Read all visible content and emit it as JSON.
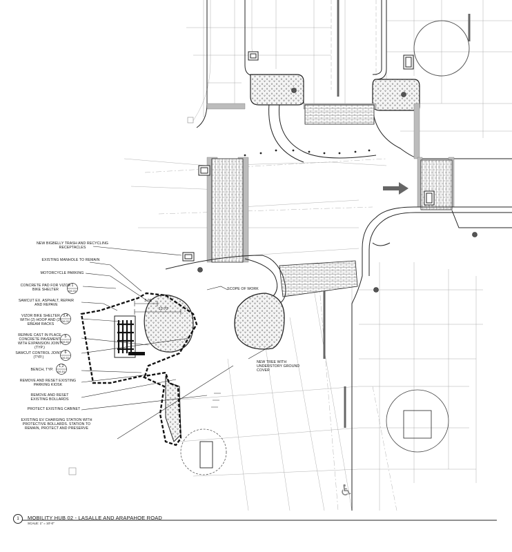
{
  "callouts": {
    "bigbelly": "NEW BIGBELLY TRASH AND RECYCLING RECEPTACLES",
    "manhole": "EXISTING MANHOLE TO REMAIN",
    "motorcycle": "MOTORCYCLE PARKING",
    "concrete_pad": "CONCRETE PAD FOR VIZOR BIKE SHELTER",
    "sawcut_asphalt": "SAWCUT EX. ASPHALT, REPAIR AND REPAVE",
    "vizor": "VIZOR BIKE SHELTER WITH (2) HOOP AND (2) EBEAM RACKS",
    "repave": "REPAVE CAST IN PLACE CONCRETE PAVEMENT WITH EXPANSION JOINT (TYP.)",
    "sawcut_joint": "SAWCUT CONTROL JOINT (TYP.)",
    "bench": "BENCH, TYP.",
    "kiosk": "REMOVE AND RESET EXISTING PARKING KIOSK",
    "bollards": "REMOVE AND RESET EXISTING BOLLARDS",
    "cabinet": "PROTECT EXISTING CABINET",
    "ev": "EXISTING EV CHARGING STATION WITH PROTECTIVE BOLLARDS. STATION TO REMAIN, PROTECT AND PRESERVE",
    "scope": "SCOPE OF WORK",
    "tree": "NEW TREE WITH UNDERSTORY GROUND COVER"
  },
  "detail_tags": {
    "concrete_pad": {
      "num": "1",
      "sheet": "D6.31"
    },
    "vizor": {
      "num": "3,4",
      "sheet": "D6.31"
    },
    "repave": {
      "num": "5",
      "sheet": "D6.51"
    },
    "sawcut_joint": {
      "num": "6",
      "sheet": "D6.51"
    },
    "bench": {
      "num": "1,2",
      "sheet": "D6.51"
    }
  },
  "dimensions": {
    "d1": "3.06'",
    "d2": "12.70'"
  },
  "title": {
    "bubble": "1",
    "name": "MOBILITY HUB 02 - LASALLE AND ARAPAHOE ROAD",
    "scale": "SCALE: 1\" = 10'-0\""
  },
  "colors": {
    "ink": "#222222",
    "gray_band": "#b5b5b5",
    "hatch": "#777777"
  }
}
